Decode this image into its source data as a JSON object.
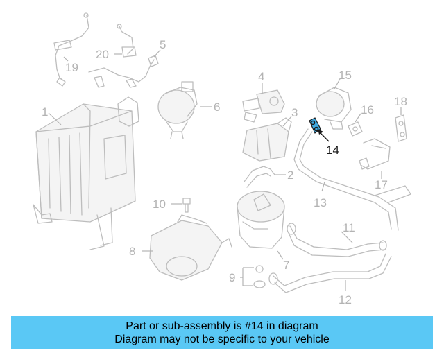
{
  "diagram": {
    "highlighted_part": "14",
    "callouts": {
      "c1": "1",
      "c2": "2",
      "c3": "3",
      "c4": "4",
      "c5": "5",
      "c6": "6",
      "c7": "7",
      "c8": "8",
      "c9": "9",
      "c10": "10",
      "c11": "11",
      "c12": "12",
      "c13": "13",
      "c14": "14",
      "c15": "15",
      "c16": "16",
      "c17": "17",
      "c18": "18",
      "c19": "19",
      "c20": "20"
    }
  },
  "banner": {
    "line1": "Part or sub-assembly is #14 in diagram",
    "line2": "Diagram may not be specific to your vehicle",
    "background": "#5ac8f5"
  }
}
